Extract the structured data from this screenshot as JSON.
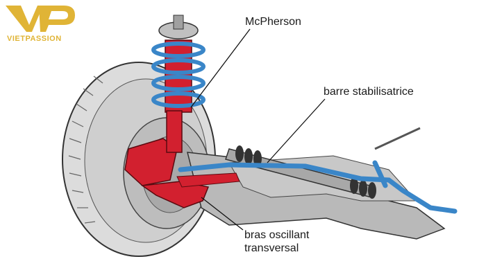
{
  "logo": {
    "text": "VIETPASSION",
    "color": "#e0b436"
  },
  "labels": {
    "mcpherson": "McPherson",
    "barre_stabilisatrice": "barre stabilisatrice",
    "bras_line1": "bras oscillant",
    "bras_line2": "transversal"
  },
  "colors": {
    "suspension": "#d2202f",
    "spring": "#3a86c8",
    "stabilizer_bar": "#3a86c8",
    "metal": "#b8b8b8",
    "tire": "#d9d9d9",
    "outline": "#333333"
  }
}
